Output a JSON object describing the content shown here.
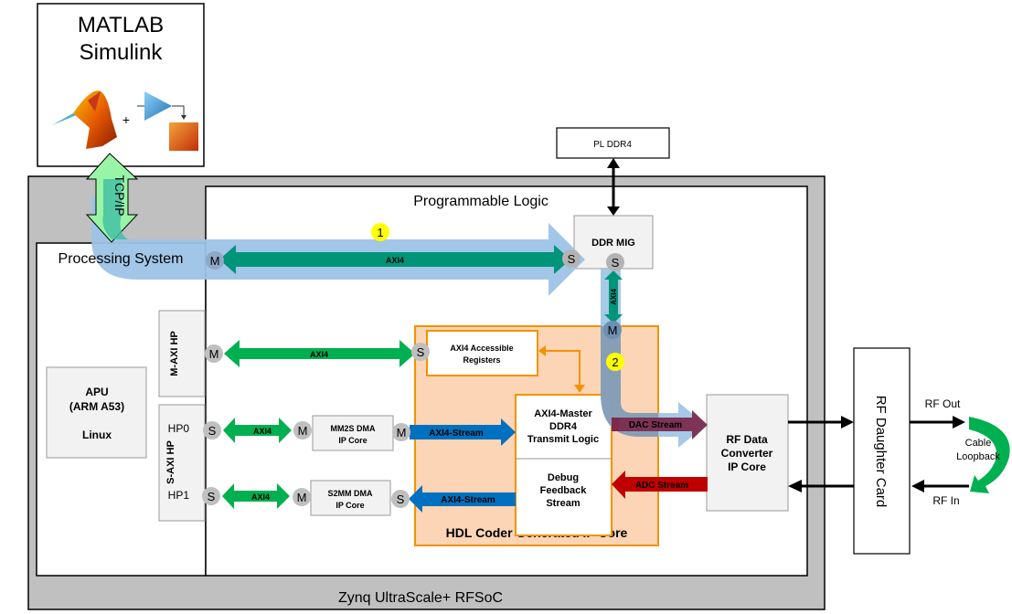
{
  "host": {
    "title_line1": "MATLAB",
    "title_line2": "Simulink",
    "plus": "+",
    "link_label": "TCP/IP"
  },
  "soc": {
    "label": "Zynq UltraScale+ RFSoC",
    "pl_label": "Programmable Logic",
    "ps_label": "Processing System"
  },
  "apu": {
    "line1": "APU",
    "line2": "(ARM A53)",
    "line3": "Linux"
  },
  "ports": {
    "m_axi_hp": "M-AXI HP",
    "s_axi_hp": "S-AXI HP",
    "hp0": "HP0",
    "hp1": "HP1",
    "master": "M",
    "slave": "S"
  },
  "memory": {
    "pl_ddr4": "PL DDR4",
    "ddr_mig": "DDR MIG"
  },
  "dma": {
    "mm2s_line1": "MM2S DMA",
    "mm2s_line2": "IP Core",
    "s2mm_line1": "S2MM DMA",
    "s2mm_line2": "IP Core"
  },
  "ip_core": {
    "label": "HDL Coder Generated IP Core",
    "registers_line1": "AXI4 Accessible",
    "registers_line2": "Registers",
    "tx_line1": "AXI4-Master",
    "tx_line2": "DDR4",
    "tx_line3": "Transmit Logic",
    "debug_line1": "Debug",
    "debug_line2": "Feedback",
    "debug_line3": "Stream"
  },
  "rf": {
    "converter_line1": "RF Data",
    "converter_line2": "Converter",
    "converter_line3": "IP Core",
    "daughter_card": "RF Daughter Card",
    "rf_out": "RF Out",
    "rf_in": "RF In",
    "loopback_line1": "Cable",
    "loopback_line2": "Loopback"
  },
  "links": {
    "axi4": "AXI4",
    "axi4_stream": "AXI4-Stream",
    "dac_stream": "DAC Stream",
    "adc_stream": "ADC Stream"
  },
  "steps": {
    "step1": "1",
    "step2": "2"
  },
  "colors": {
    "soc_gray": "#c0c0c0",
    "axi_green": "#00b050",
    "axi_teal": "#009479",
    "stream_blue": "#0070c0",
    "adc_red": "#c00000",
    "dac_maroon": "#7b2c4f",
    "ip_core_fill": "#fbd5b5",
    "ip_core_border": "#f39200",
    "path_blue": "#9dc3e6",
    "step_yellow": "#ffff00",
    "tcp_green": "#99f5a6",
    "loopback_green": "#00b050"
  }
}
